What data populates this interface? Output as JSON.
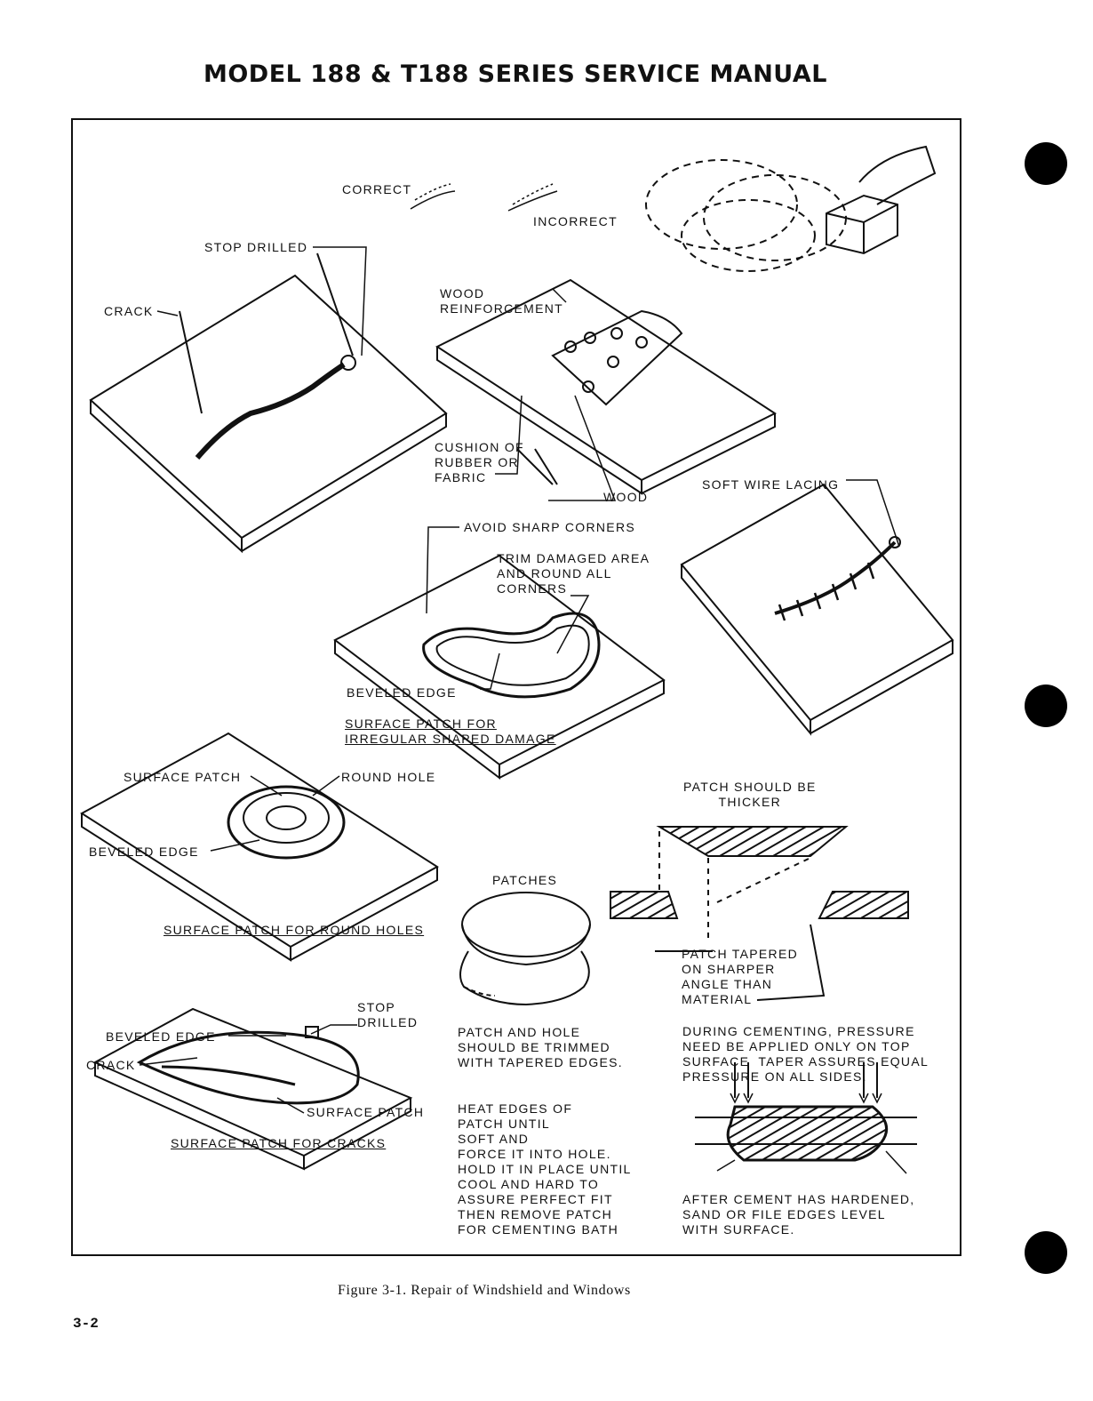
{
  "header": {
    "title": "MODEL 188 & T188 SERIES SERVICE MANUAL"
  },
  "figure": {
    "caption": "Figure 3-1.  Repair of Windshield and Windows",
    "labels": {
      "correct": "CORRECT",
      "incorrect": "INCORRECT",
      "stop_drilled_1": "STOP DRILLED",
      "crack_1": "CRACK",
      "wood_reinforcement": "WOOD\nREINFORCEMENT",
      "cushion": "CUSHION OF\nRUBBER OR\nFABRIC",
      "wood": "WOOD",
      "soft_wire_lacing": "SOFT WIRE LACING",
      "avoid_sharp_corners": "AVOID SHARP CORNERS",
      "trim_damaged": "TRIM DAMAGED AREA\nAND ROUND ALL\nCORNERS",
      "beveled_edge_1": "BEVELED EDGE",
      "surface_patch_irregular": "SURFACE PATCH FOR\nIRREGULAR SHAPED DAMAGE",
      "surface_patch_1": "SURFACE PATCH",
      "round_hole": "ROUND HOLE",
      "beveled_edge_2": "BEVELED EDGE",
      "surface_patch_round": "SURFACE PATCH FOR ROUND HOLES",
      "patch_thicker": "PATCH SHOULD BE\nTHICKER",
      "patches": "PATCHES",
      "patch_tapered": "PATCH TAPERED\nON SHARPER\nANGLE THAN\nMATERIAL",
      "stop_drilled_2": "STOP\nDRILLED",
      "beveled_edge_3": "BEVELED EDGE",
      "crack_2": "CRACK",
      "surface_patch_2": "SURFACE PATCH",
      "surface_patch_cracks": "SURFACE PATCH FOR CRACKS",
      "patch_and_hole": "PATCH AND HOLE\nSHOULD BE TRIMMED\nWITH TAPERED EDGES.",
      "during_cementing": "DURING CEMENTING, PRESSURE\nNEED BE APPLIED ONLY ON TOP\nSURFACE  TAPER ASSURES EQUAL\nPRESSURE ON ALL SIDES.",
      "heat_edges": "HEAT EDGES OF\nPATCH UNTIL\nSOFT AND\nFORCE IT INTO HOLE.\nHOLD IT IN PLACE UNTIL\nCOOL AND HARD TO\nASSURE PERFECT FIT\nTHEN REMOVE PATCH\nFOR CEMENTING BATH",
      "after_cement": "AFTER CEMENT HAS HARDENED,\nSAND OR FILE EDGES LEVEL\nWITH SURFACE."
    }
  },
  "page": {
    "number": "3-2"
  }
}
